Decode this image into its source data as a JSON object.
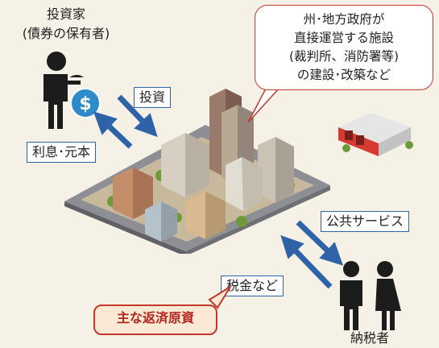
{
  "investor": {
    "title": "投資家",
    "subtitle": "(債券の保有者)"
  },
  "flows": {
    "investment": "投資",
    "interest_principal": "利息･元本",
    "public_services": "公共サービス",
    "taxes": "税金など"
  },
  "callout": {
    "lines": [
      "州･地方政府が",
      "直接運営する施設",
      "(裁判所、消防署等)",
      "の建設･改築など"
    ]
  },
  "badge": {
    "main_source": "主な返済原資"
  },
  "taxpayers": {
    "label": "納税者"
  },
  "colors": {
    "arrow": "#2f63a8",
    "accent": "#c0392b",
    "badge_bg": "#fbe9d6"
  }
}
